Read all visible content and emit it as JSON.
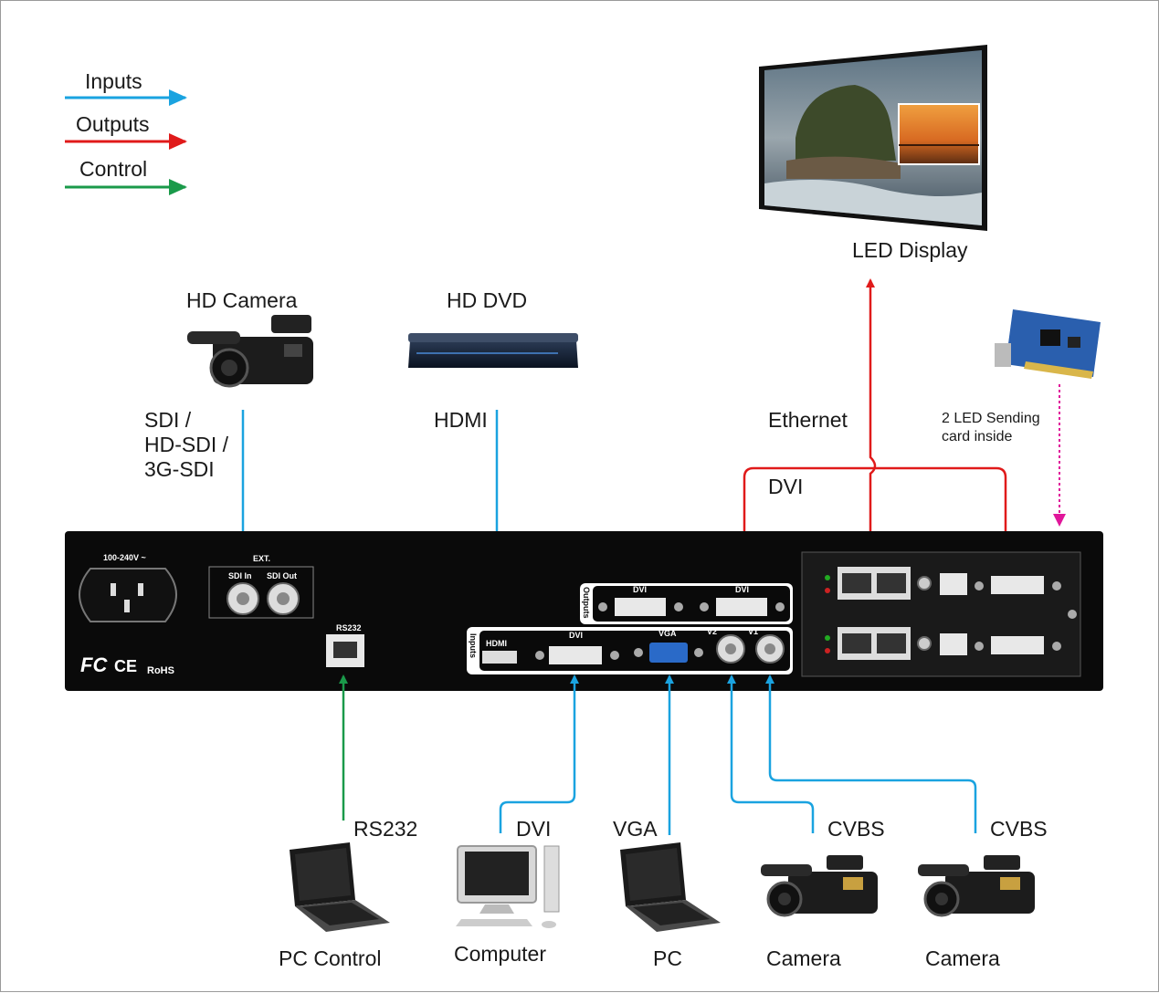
{
  "legend": {
    "inputs_label": "Inputs",
    "outputs_label": "Outputs",
    "control_label": "Control",
    "inputs_color": "#1aa3e0",
    "outputs_color": "#e01a1a",
    "control_color": "#1a9a4a"
  },
  "devices": {
    "hd_camera": "HD Camera",
    "hd_dvd": "HD DVD",
    "led_display": "LED  Display",
    "pc_control": "PC Control",
    "computer": "Computer",
    "pc": "PC",
    "camera_1": "Camera",
    "camera_2": "Camera"
  },
  "signals": {
    "sdi_line1": "SDI /",
    "sdi_line2": "HD-SDI /",
    "sdi_line3": "3G-SDI",
    "hdmi": "HDMI",
    "ethernet": "Ethernet",
    "dvi_out": "DVI",
    "sending_card_line1": "2 LED Sending",
    "sending_card_line2": "card inside",
    "rs232": "RS232",
    "dvi_in": "DVI",
    "vga_in": "VGA",
    "cvbs_1": "CVBS",
    "cvbs_2": "CVBS",
    "sending_card_color": "#e0169a"
  },
  "panel": {
    "power_label": "100-240V ~",
    "ext_label": "EXT.",
    "sdi_in": "SDI  In",
    "sdi_out": "SDI Out",
    "rs232": "RS232",
    "inputs_tag": "Inputs",
    "outputs_tag": "Outputs",
    "hdmi": "HDMI",
    "dvi": "DVI",
    "vga": "VGA",
    "v2": "V2",
    "v1": "V1",
    "out_dvi_1": "DVI",
    "out_dvi_2": "DVI",
    "cert_fc": "FC",
    "cert_ce": "CE",
    "cert_rohs": "RoHS"
  }
}
